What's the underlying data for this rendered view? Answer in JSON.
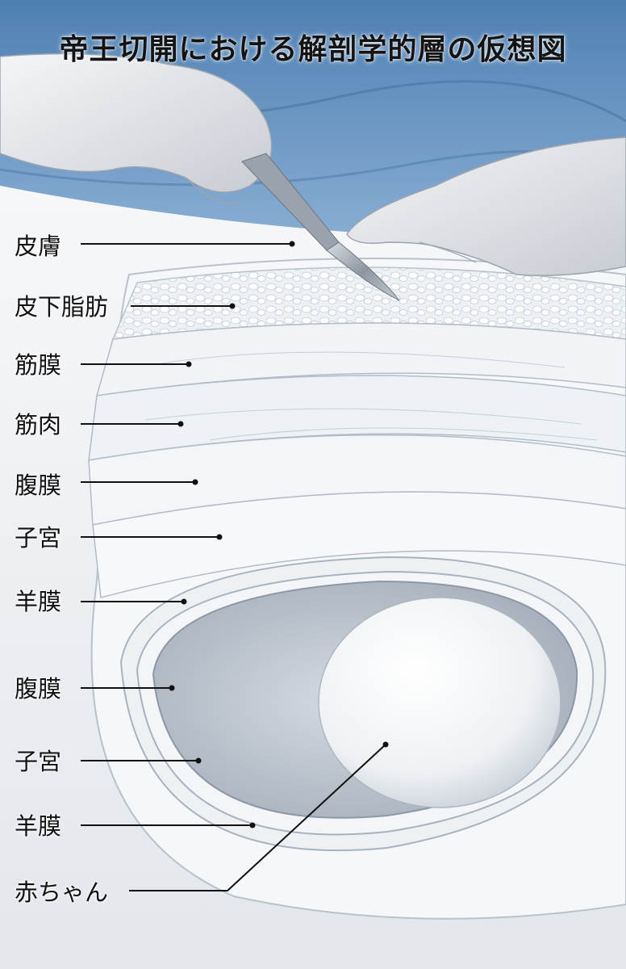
{
  "title": "帝王切開における解剖学的層の仮想図",
  "labels": [
    {
      "text": "皮膚"
    },
    {
      "text": "皮下脂肪"
    },
    {
      "text": "筋膜"
    },
    {
      "text": "筋肉"
    },
    {
      "text": "腹膜"
    },
    {
      "text": "子宮"
    },
    {
      "text": "羊膜"
    },
    {
      "text": "腹膜"
    },
    {
      "text": "子宮"
    },
    {
      "text": "羊膜"
    },
    {
      "text": "赤ちゃん"
    }
  ],
  "colors": {
    "drape": "#6f9cc8",
    "glove": "#e6e8ec",
    "tissue": "#f4f6f8",
    "line": "#111111"
  }
}
